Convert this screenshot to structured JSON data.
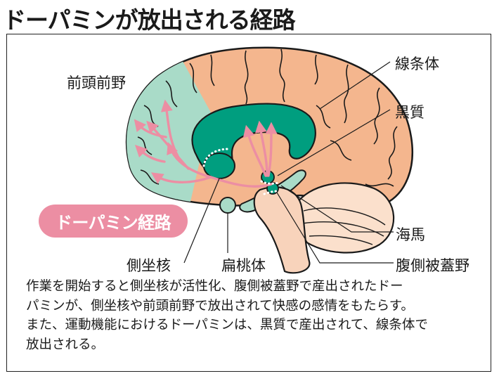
{
  "title": "ドーパミンが放出される経路",
  "labels": {
    "prefrontal": "前頭前野",
    "striatum": "線条体",
    "substantia_nigra": "黒質",
    "hippocampus": "海馬",
    "vta": "腹側被蓋野",
    "amygdala": "扁桃体",
    "nucleus_accumbens": "側坐核",
    "pathway": "ドーパミン経路"
  },
  "description": [
    "作業を開始すると側坐核が活性化、腹側被蓋野で産出されたドー",
    "パミンが、側坐核や前頭前野で放出されて快感の感情をもたらす。",
    "また、運動機能におけるドーパミンは、黒質で産出されて、線条体で",
    "放出される。"
  ],
  "colors": {
    "cortex": "#f4b68e",
    "prefrontal": "#a9dbc8",
    "striatum": "#009e7f",
    "pathway": "#ec8ea3",
    "cerebellum": "#fbe0cc",
    "brainstem": "#f8d3bb",
    "outline": "#1a1a1a"
  }
}
